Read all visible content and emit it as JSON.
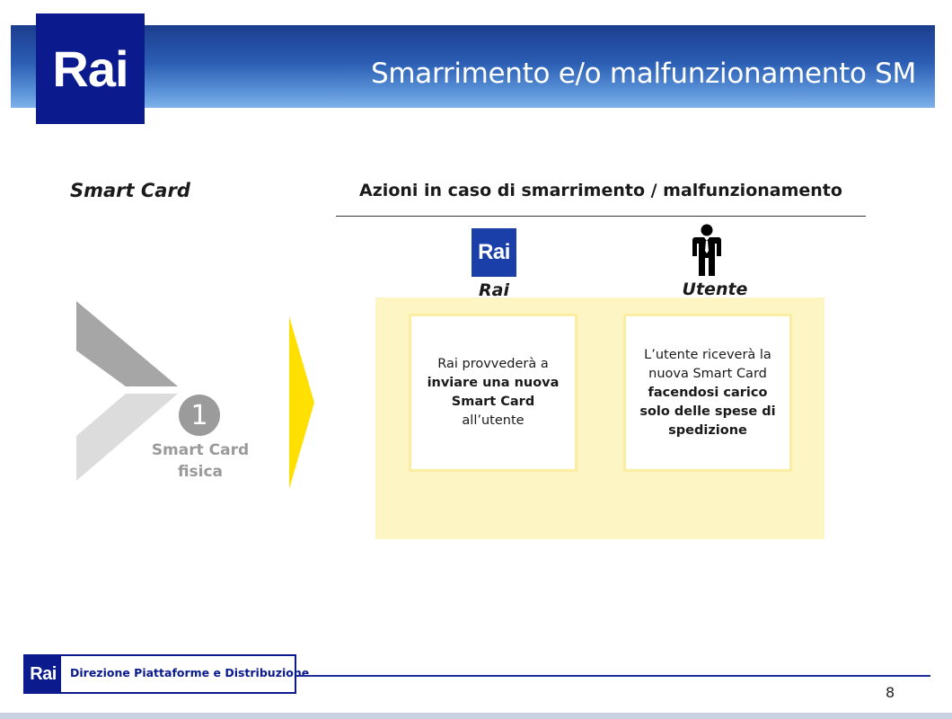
{
  "header": {
    "logo_text": "Rai",
    "title": "Smarrimento e/o malfunzionamento SM"
  },
  "left": {
    "heading": "Smart Card",
    "step_number": "1",
    "step_label_line1": "Smart Card",
    "step_label_line2": "fisica"
  },
  "right": {
    "heading": "Azioni in caso di smarrimento / malfunzionamento",
    "rai_column": {
      "logo_text": "Rai",
      "label": "Rai",
      "text_before": "Rai provvederà a ",
      "text_bold": "inviare una nuova Smart Card",
      "text_after": " all’utente"
    },
    "user_column": {
      "icon": "person-icon",
      "label": "Utente",
      "text_before": "L’utente riceverà la nuova Smart Card ",
      "text_bold": "facendosi carico solo delle spese di spedizione"
    }
  },
  "footer": {
    "logo_text": "Rai",
    "department": "Direzione Piattaforme e Distribuzione",
    "page_number": "8"
  },
  "colors": {
    "rai_blue": "#0b1a8c",
    "header_gradient_top": "#1d3d8f",
    "header_gradient_bottom": "#7fb2ea",
    "panel_yellow": "#fdf6c4",
    "arrow_yellow": "#ffe000",
    "chevron_gray": "#a6a6a6"
  }
}
